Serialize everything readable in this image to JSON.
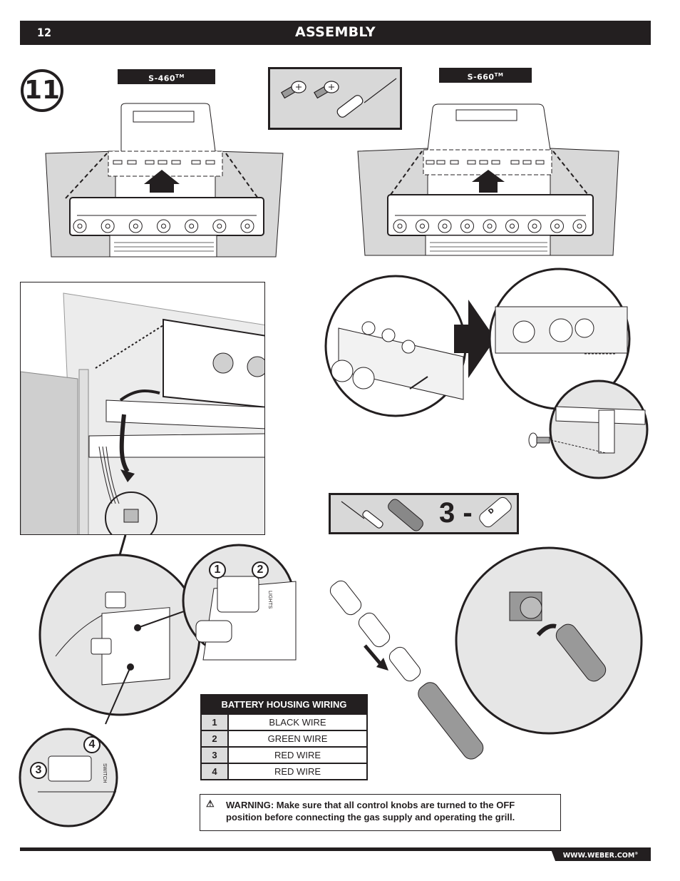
{
  "header": {
    "page_number": "12",
    "title": "ASSEMBLY"
  },
  "step": {
    "number": "11"
  },
  "models": {
    "left": "S-460",
    "right": "S-660",
    "trademark": "TM"
  },
  "tools": {
    "top_kit": [
      "screw-icon",
      "screw-icon",
      "screwdriver-icon"
    ],
    "battery_kit": [
      "screwdriver-icon",
      "battery-tube-icon",
      "d-battery-icon"
    ],
    "battery_count": "3 -",
    "battery_label": "D"
  },
  "connectors": {
    "lights_label": "LIGHTS",
    "switch_label": "SWITCH",
    "callouts": [
      "1",
      "2",
      "3",
      "4"
    ]
  },
  "wiring_table": {
    "title": "BATTERY HOUSING WIRING",
    "rows": [
      {
        "num": "1",
        "wire": "BLACK WIRE"
      },
      {
        "num": "2",
        "wire": "GREEN WIRE"
      },
      {
        "num": "3",
        "wire": "RED WIRE"
      },
      {
        "num": "4",
        "wire": "RED WIRE"
      }
    ]
  },
  "warning": {
    "icon": "⚠",
    "text": "WARNING: Make sure that all control knobs are turned to the OFF position before connecting the gas supply and operating the grill."
  },
  "footer": {
    "url": "WWW.WEBER.COM",
    "registered": "®"
  },
  "colors": {
    "ink": "#231f20",
    "panel_gray": "#d8d8d8",
    "light_gray": "#e6e6e6"
  },
  "knob_counts": {
    "s460": 7,
    "s660": 9
  }
}
